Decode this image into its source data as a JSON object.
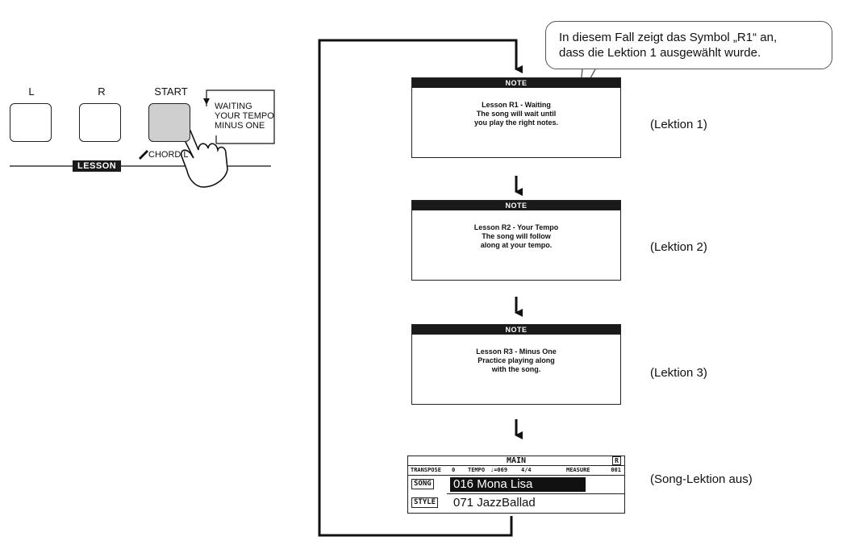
{
  "panel": {
    "buttons": [
      {
        "label": "L"
      },
      {
        "label": "R"
      },
      {
        "label": "START"
      }
    ],
    "modes": [
      "WAITING",
      "YOUR TEMPO",
      "MINUS ONE"
    ],
    "lesson_label": "LESSON",
    "chord_label": "CHORD L"
  },
  "callout": {
    "text_line1": "In diesem Fall zeigt das Symbol „R1“ an,",
    "text_line2": "dass die Lektion 1 ausgewählt wurde."
  },
  "steps": [
    {
      "header": "NOTE",
      "lines": [
        "Lesson R1 - Waiting",
        "The song will wait until",
        "you play the right notes."
      ],
      "side": "(Lektion 1)"
    },
    {
      "header": "NOTE",
      "lines": [
        "Lesson R2 - Your Tempo",
        "The song will follow",
        "along at your tempo."
      ],
      "side": "(Lektion 2)"
    },
    {
      "header": "NOTE",
      "lines": [
        "Lesson R3 - Minus One",
        "Practice playing along",
        "with the song."
      ],
      "side": "(Lektion 3)"
    }
  ],
  "lcd": {
    "header": "MAIN",
    "indicator": "R",
    "transpose_label": "TRANSPOSE",
    "transpose_value": "0",
    "tempo_label": "TEMPO",
    "tempo_value": "♩=069",
    "time_sig": "4/4",
    "measure_label": "MEASURE",
    "measure_value": "001",
    "song_tag": "SONG",
    "song_value": "016 Mona Lisa",
    "style_tag": "STYLE",
    "style_value": "071 JazzBallad",
    "side": "(Song-Lektion aus)"
  }
}
